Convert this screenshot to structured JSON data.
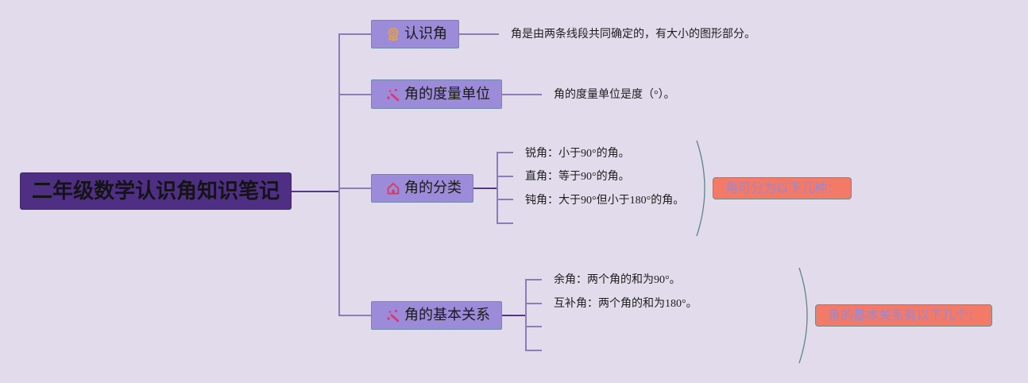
{
  "mindmap": {
    "root": {
      "label": "二年级数学认识角知识笔记"
    },
    "topics": [
      {
        "label": "认识角",
        "icon": "award-icon",
        "children": [
          {
            "label": "角是由两条线段共同确定的，有大小的图形部分。"
          }
        ]
      },
      {
        "label": "角的度量单位",
        "icon": "magic-wand-icon",
        "children": [
          {
            "label": "角的度量单位是度（°）。"
          }
        ]
      },
      {
        "label": "角的分类",
        "icon": "home-icon",
        "children": [
          {
            "label": "锐角：小于90°的角。"
          },
          {
            "label": "直角：等于90°的角。"
          },
          {
            "label": "钝角：大于90°但小于180°的角。"
          },
          {
            "label": ""
          }
        ],
        "summary": {
          "label": "角可分为以下几种："
        }
      },
      {
        "label": "角的基本关系",
        "icon": "magic-wand-icon",
        "children": [
          {
            "label": "余角：两个角的和为90°。"
          },
          {
            "label": "互补角：两个角的和为180°。"
          },
          {
            "label": ""
          },
          {
            "label": ""
          }
        ],
        "summary": {
          "label": "角的基本关系有以下几个："
        }
      }
    ]
  },
  "theme": {
    "background": "#e2dbec",
    "root_fill": "#4e2f83",
    "root_border": "#442776",
    "root_text": "#141414",
    "topic_fill": "#9b8bd8",
    "topic_border": "#6e8caa",
    "topic_text": "#1b1b1b",
    "subtopic_text": "#1d1d1d",
    "summary_fill": "#f37a66",
    "summary_border": "#768a86",
    "summary_text": "#9b87d2",
    "connector_dark": "#553787",
    "connector_light": "#8c7db6",
    "summary_bracket": "#5a878c",
    "icon_award": "#e9a23b",
    "icon_wand": "#e0336f",
    "icon_home": "#d9395c"
  }
}
